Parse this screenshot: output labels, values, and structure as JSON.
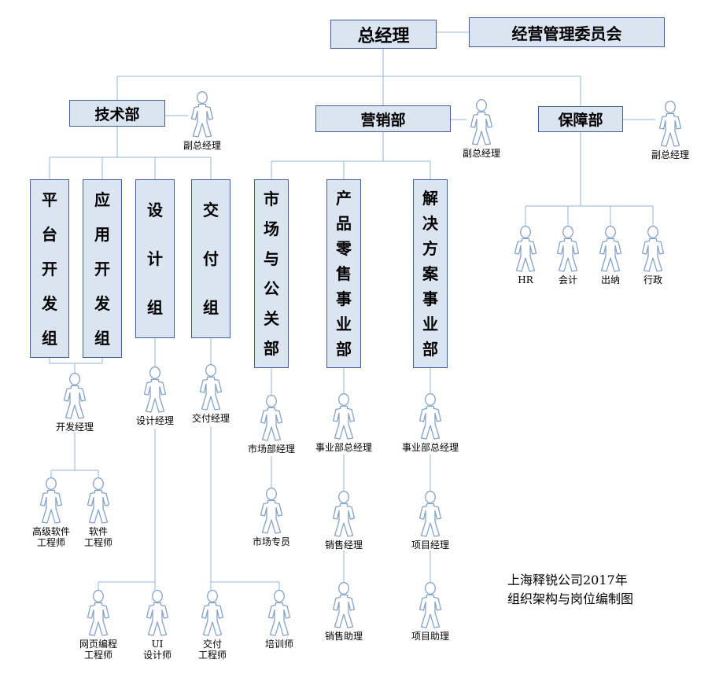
{
  "org": {
    "ceo": "总经理",
    "committee": "经营管理委员会",
    "deputy_gm": "副总经理",
    "departments": {
      "tech": "技术部",
      "marketing": "营销部",
      "support": "保障部"
    },
    "tech_groups": {
      "platform_dev": "平台开发组",
      "app_dev": "应用开发组",
      "design": "设计组",
      "delivery": "交付组"
    },
    "marketing_units": {
      "market_pr": "市场与公关部",
      "product_retail": "产品零售事业部",
      "solutions": "解决方案事业部"
    },
    "roles": {
      "hr": "HR",
      "accountant": "会计",
      "cashier": "出纳",
      "admin": "行政",
      "dev_manager": "开发经理",
      "design_manager": "设计经理",
      "delivery_manager": "交付经理",
      "senior_software_engineer": "高级软件\n工程师",
      "software_engineer": "软件\n工程师",
      "web_programmer": "网页编程\n工程师",
      "ui_designer": "UI\n设计师",
      "delivery_engineer": "交付\n工程师",
      "trainer": "培训师",
      "market_dept_manager": "市场部经理",
      "market_specialist": "市场专员",
      "bu_general_manager": "事业部总经理",
      "sales_manager": "销售经理",
      "sales_assistant": "销售助理",
      "project_manager": "项目经理",
      "project_assistant": "项目助理"
    }
  },
  "caption": {
    "line1": "上海释锐公司2017年",
    "line2": "组织架构与岗位编制图"
  },
  "colors": {
    "node_fill": "#dbe5f1",
    "node_border": "#3f5f95",
    "connector": "#95b3d7"
  }
}
